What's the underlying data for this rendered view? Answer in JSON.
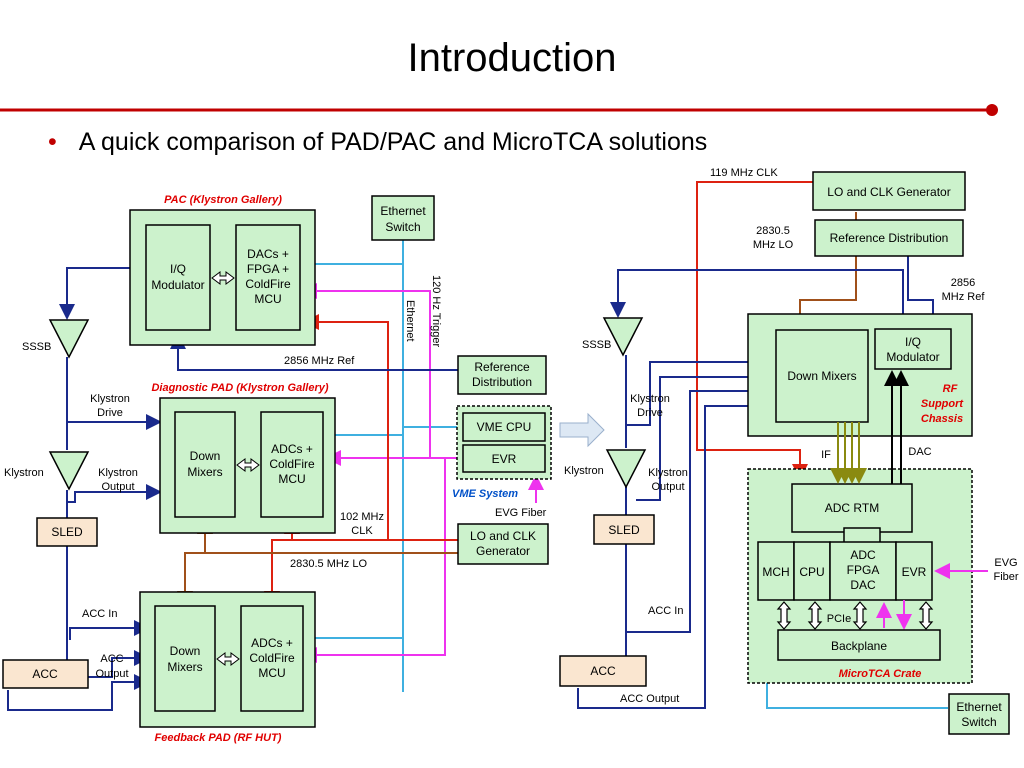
{
  "slide": {
    "title": "Introduction",
    "bullet": "A quick comparison of PAD/PAC and MicroTCA solutions",
    "accent_color": "#c00000"
  },
  "colors": {
    "box_fill": "#ccf2cc",
    "inner_fill": "#ccf2cc",
    "peach_fill": "#fae6d0",
    "red_label": "#e00000",
    "blue_label": "#0050c8",
    "line_navy": "#1a2a8c",
    "line_cyan": "#3fb0e0",
    "line_magenta": "#ee33ee",
    "line_red": "#dd2211",
    "line_brown": "#a0501a",
    "line_olive": "#8a8a10"
  },
  "left": {
    "pac": {
      "title": "PAC (Klystron Gallery)",
      "iq": [
        "I/Q",
        "Modulator"
      ],
      "fpga": [
        "DACs +",
        "FPGA +",
        "ColdFire",
        "MCU"
      ]
    },
    "diag_pad": {
      "title": "Diagnostic PAD (Klystron Gallery)",
      "mixers": [
        "Down",
        "Mixers"
      ],
      "adcs": [
        "ADCs +",
        "ColdFire",
        "MCU"
      ]
    },
    "fb_pad": {
      "title": "Feedback PAD (RF HUT)",
      "mixers": [
        "Down",
        "Mixers"
      ],
      "adcs": [
        "ADCs +",
        "ColdFire",
        "MCU"
      ]
    },
    "ethernet_switch": [
      "Ethernet",
      "Switch"
    ],
    "ref_dist": [
      "Reference",
      "Distribution"
    ],
    "vme": {
      "cpu": "VME CPU",
      "evr": "EVR",
      "label": "VME System"
    },
    "lo_clk": [
      "LO and CLK",
      "Generator"
    ],
    "evg_fiber": "EVG Fiber",
    "trigger_label": "120 Hz Trigger",
    "ethernet_label": "Ethernet",
    "ref_2856": "2856 MHz Ref",
    "clk_102": [
      "102 MHz",
      "CLK"
    ],
    "lo_2830": "2830.5 MHz LO",
    "sssb": "SSSB",
    "klystron_drive": [
      "Klystron",
      "Drive"
    ],
    "klystron": "Klystron",
    "klystron_output": [
      "Klystron",
      "Output"
    ],
    "sled": "SLED",
    "acc_in": "ACC In",
    "acc_output": [
      "ACC",
      "Output"
    ],
    "acc": "ACC"
  },
  "right": {
    "clk_119": "119 MHz CLK",
    "lo_clk": "LO and CLK Generator",
    "ref_dist": "Reference Distribution",
    "lo_2830": [
      "2830.5",
      "MHz LO"
    ],
    "ref_2856": [
      "2856",
      "MHz Ref"
    ],
    "sssb": "SSSB",
    "iq": [
      "I/Q",
      "Modulator"
    ],
    "down_mixers": "Down Mixers",
    "rf_support": [
      "RF",
      "Support",
      "Chassis"
    ],
    "klystron_drive": [
      "Klystron",
      "Drive"
    ],
    "klystron": "Klystron",
    "klystron_output": [
      "Klystron",
      "Output"
    ],
    "if_label": "IF",
    "dac_label": "DAC",
    "sled": "SLED",
    "adc_rtm": "ADC RTM",
    "mch": "MCH",
    "cpu": "CPU",
    "adc_fpga_dac": [
      "ADC",
      "FPGA",
      "DAC"
    ],
    "evr": "EVR",
    "evg_fiber": [
      "EVG",
      "Fiber"
    ],
    "pcie": "PCIe",
    "backplane": "Backplane",
    "microtca": "MicroTCA Crate",
    "acc_in": "ACC In",
    "acc": "ACC",
    "acc_output": "ACC Output",
    "ethernet_switch": [
      "Ethernet",
      "Switch"
    ]
  }
}
